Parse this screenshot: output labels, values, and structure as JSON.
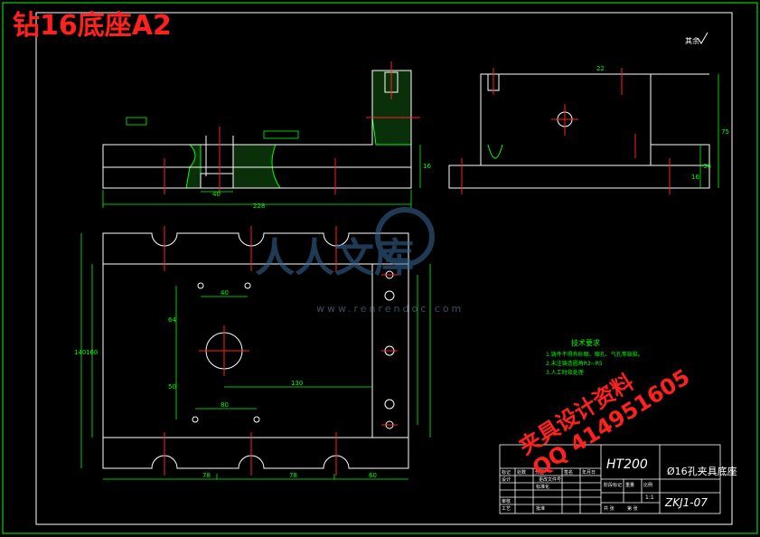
{
  "title": "钻16底座A2",
  "watermark": {
    "logo_text": "人人文库",
    "url": "www.renrendoc.com",
    "ad_line1": "夹具设计资料",
    "ad_line2": "QQ 414951605"
  },
  "roughness_mark": "其余",
  "tech_req": {
    "heading": "技术要求",
    "items": [
      "1.铸件不得有砂眼、缩孔、气孔等缺陷。",
      "2.未注铸造圆角R3~R5",
      "3.人工时效处理"
    ]
  },
  "title_block": {
    "material": "HT200",
    "name": "Ø16孔夹具底座",
    "code": "ZKJ1-07",
    "scale": "1:1",
    "cells": [
      "标记",
      "处数",
      "分区",
      "更改文件号",
      "签名",
      "年月日",
      "设计",
      "标准化",
      "审核",
      "工艺",
      "批准",
      "阶段标记",
      "重量",
      "比例",
      "共 张",
      "第 张"
    ]
  },
  "dims": {
    "front_total": "228",
    "front_slot": "40",
    "front_h": "16",
    "plan_d1": "78",
    "plan_d2": "78",
    "plan_d3": "60",
    "plan_h": "140",
    "plan_h2": "160",
    "plan_w": "130",
    "plan_c1": "64",
    "plan_c2": "50",
    "plan_s1": "80",
    "plan_s2": "40",
    "side_h1": "75",
    "side_h2": "36",
    "side_h3": "16",
    "side_w": "22"
  },
  "colors": {
    "line": "#ffffff",
    "center": "#ff2020",
    "dim": "#00ff00",
    "frame": "#00ff00",
    "hatch": "#00ff00",
    "title": "#ff2020"
  }
}
